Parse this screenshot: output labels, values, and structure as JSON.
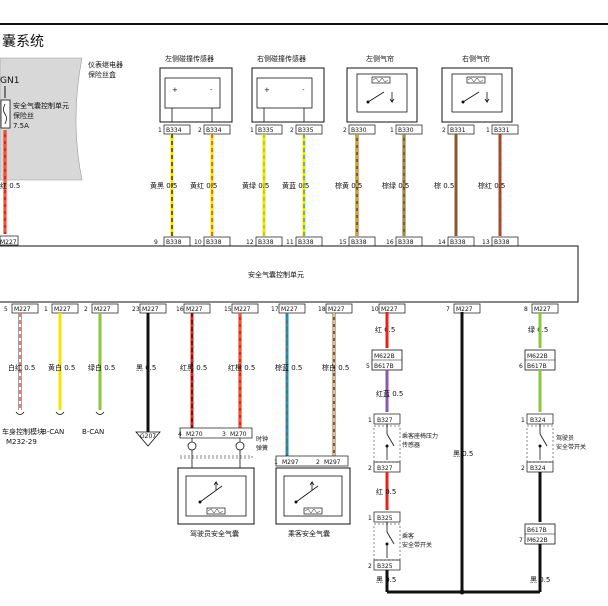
{
  "title": "囊系统",
  "fusebox": {
    "label1": "仪表继电器",
    "label2": "保险丝盒",
    "ign": "GN1",
    "fuse1": "安全气囊控制单元",
    "fuse2": "保险丝",
    "fuse3": "7.5A"
  },
  "sensors": {
    "left_crash": "左侧碰撞传感器",
    "right_crash": "右侧碰撞传感器",
    "left_curtain": "左侧气帘",
    "right_curtain": "右侧气帘"
  },
  "top_pins": [
    {
      "pin": "1",
      "conn": "B334",
      "wire": "黄黑 0.5",
      "pin2": "9",
      "conn2": "B338"
    },
    {
      "pin": "2",
      "conn": "B334",
      "wire": "黄红 0.5",
      "pin2": "10",
      "conn2": "B338"
    },
    {
      "pin": "1",
      "conn": "B335",
      "wire": "黄绿 0.5",
      "pin2": "12",
      "conn2": "B338"
    },
    {
      "pin": "2",
      "conn": "B335",
      "wire": "黄蓝 0.5",
      "pin2": "11",
      "conn2": "B338"
    },
    {
      "pin": "2",
      "conn": "B330",
      "wire": "棕黄 0.5",
      "pin2": "15",
      "conn2": "B338"
    },
    {
      "pin": "1",
      "conn": "B330",
      "wire": "棕绿 0.5",
      "pin2": "16",
      "conn2": "B338"
    },
    {
      "pin": "2",
      "conn": "B331",
      "wire": "棕 0.5",
      "pin2": "14",
      "conn2": "B338"
    },
    {
      "pin": "1",
      "conn": "B331",
      "wire": "棕红 0.5",
      "pin2": "13",
      "conn2": "B338"
    }
  ],
  "left_wire": {
    "label": "红 0.5",
    "conn": "M227"
  },
  "ecu_label": "安全气囊控制单元",
  "bottom_pins": [
    {
      "pin": "5",
      "conn": "M227",
      "wire": "白红 0.5",
      "dest": "车身控制模块",
      "dest2": "M232-29"
    },
    {
      "pin": "1",
      "conn": "M227",
      "wire": "黄白 0.5",
      "dest": "B-CAN",
      "dest2": ""
    },
    {
      "pin": "2",
      "conn": "M227",
      "wire": "绿白 0.5",
      "dest": "B-CAN",
      "dest2": ""
    },
    {
      "pin": "23",
      "conn": "M227",
      "wire": "黑 0.5",
      "dest": "G207",
      "dest2": ""
    },
    {
      "pin": "16",
      "conn": "M227",
      "wire": "红黑 0.5",
      "dest": "",
      "dest2": ""
    },
    {
      "pin": "15",
      "conn": "M227",
      "wire": "红橙 0.5",
      "dest": "",
      "dest2": ""
    },
    {
      "pin": "17",
      "conn": "M227",
      "wire": "棕蓝 0.5",
      "dest": "",
      "dest2": ""
    },
    {
      "pin": "18",
      "conn": "M227",
      "wire": "棕白 0.5",
      "dest": "",
      "dest2": ""
    },
    {
      "pin": "10",
      "conn": "M227",
      "wire": "红 0.5",
      "dest": "",
      "dest2": ""
    },
    {
      "pin": "7",
      "conn": "M227",
      "wire": "黑 0.5",
      "dest": "",
      "dest2": ""
    },
    {
      "pin": "8",
      "conn": "M227",
      "wire": "绿 0.5",
      "dest": "",
      "dest2": ""
    }
  ],
  "driver_airbag": {
    "pin_a": "4",
    "pin_b": "3",
    "conn": "M270",
    "clock1": "时钟",
    "clock2": "弹簧",
    "label": "驾驶员安全气囊"
  },
  "pass_airbag": {
    "pin_a": "1",
    "pin_b": "2",
    "conn": "M297",
    "label": "乘客安全气囊"
  },
  "right_col1": {
    "pin": "5",
    "conn_a": "M622B",
    "conn_b": "B617B",
    "wire2": "红蓝 0.5",
    "sw1_pin_a": "1",
    "sw1_pin_b": "2",
    "sw1_conn": "B327",
    "sw1_label1": "乘客座椅压力",
    "sw1_label2": "传感器",
    "wire3": "红 0.5",
    "sw2_pin_a": "1",
    "sw2_pin_b": "2",
    "sw2_conn": "B325",
    "sw2_label1": "乘客",
    "sw2_label2": "安全带开关",
    "wire4": "黑 0.5"
  },
  "right_col2": {
    "pin": "6",
    "conn_a": "M622B",
    "conn_b": "B617B",
    "sw_pin_a": "1",
    "sw_pin_b": "2",
    "sw_conn": "B324",
    "sw_label1": "驾驶员",
    "sw_label2": "安全带开关",
    "pin7": "7",
    "conn_c": "B617B",
    "conn_d": "M622B",
    "wire4": "黑 0.5"
  },
  "colors": {
    "yellow": "#f2e600",
    "black": "#111111",
    "red": "#e8221c",
    "green": "#8cc63f",
    "brown": "#8b5a2b",
    "blue": "#1e90c8",
    "white": "#ffffff"
  }
}
